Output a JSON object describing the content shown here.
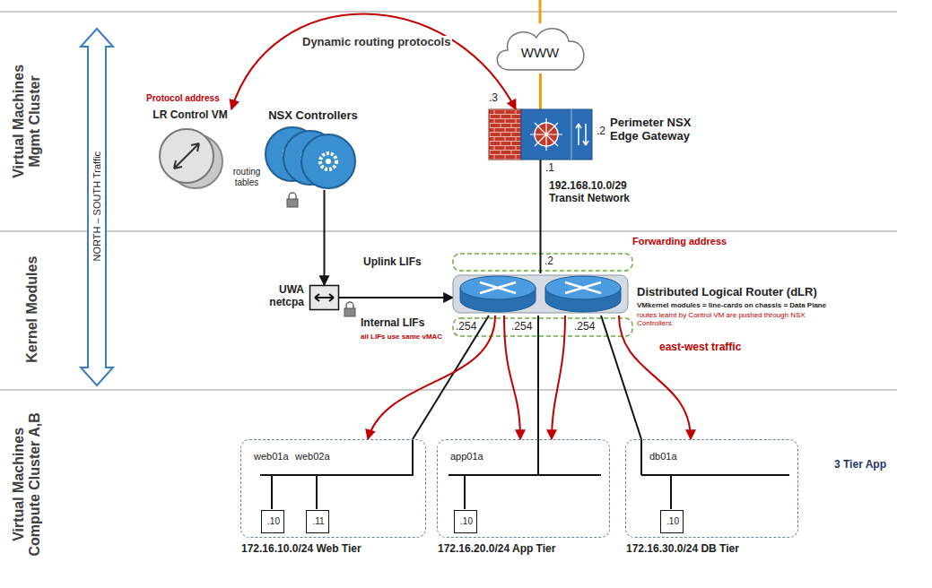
{
  "diagram": {
    "nodes": [
      {
        "text": [
          "LR Control VM"
        ]
      },
      {
        "text": [
          "NSX Controllers"
        ]
      },
      {
        "text": [
          "WWW"
        ]
      },
      {
        "text": [
          "Perimeter NSX Edge Gateway"
        ]
      },
      {
        "text": [
          "UWA netcpa"
        ]
      },
      {
        "text": [
          "Distributed Logical Router (dLR)",
          "VMkernel modules = line-cards on chassis = Data Plane",
          "routes learnt by Control VM are pushed through NSX Controllers"
        ]
      },
      {
        "text": [
          "web01a",
          "web02a",
          "172.16.10.0/24 Web Tier"
        ]
      },
      {
        "text": [
          ".10"
        ],
        "in": 6
      },
      {
        "text": [
          ".11"
        ],
        "in": 6
      },
      {
        "text": [
          "app01a",
          "172.16.20.0/24 App Tier"
        ]
      },
      {
        "text": [
          ".10"
        ],
        "in": 9
      },
      {
        "text": [
          "db01a",
          "172.16.30.0/24 DB Tier"
        ]
      },
      {
        "text": [
          ".10"
        ],
        "in": 11
      }
    ],
    "edges": [
      {
        "from": 0,
        "to": 3,
        "arrow": "both",
        "label": "Dynamic routing protocols"
      },
      {
        "from": 2,
        "to": 3,
        "arrow": "none"
      },
      {
        "from": 3,
        "to": 5,
        "arrow": "none"
      },
      {
        "from": 1,
        "to": 4,
        "arrow": "to"
      },
      {
        "from": 4,
        "to": 5,
        "arrow": "to"
      },
      {
        "from": 5,
        "to": 6,
        "arrow": "none"
      },
      {
        "from": 5,
        "to": 9,
        "arrow": "none"
      },
      {
        "from": 5,
        "to": 11,
        "arrow": "none"
      },
      {
        "from": 5,
        "to": 6,
        "arrow": "to"
      },
      {
        "from": 5,
        "to": 9,
        "arrow": "to"
      },
      {
        "from": 5,
        "to": 9,
        "arrow": "to"
      },
      {
        "from": 5,
        "to": 11,
        "arrow": "to"
      }
    ],
    "labels": [
      "Virtual Machines Mgmt Cluster",
      "Kernel Modules",
      "Virtual Machines Compute Cluster A,B",
      "NORTH – SOUTH Traffic",
      "Protocol address",
      "routing tables",
      ".3",
      ".2",
      ".1",
      "192.168.10.0/29 Transit Network",
      "Forwarding address",
      "Uplink LIFs",
      ".2",
      "Internal LIFs",
      "all LIFs use same vMAC",
      ".254",
      ".254",
      ".254",
      "east-west traffic",
      "3 Tier App"
    ]
  }
}
